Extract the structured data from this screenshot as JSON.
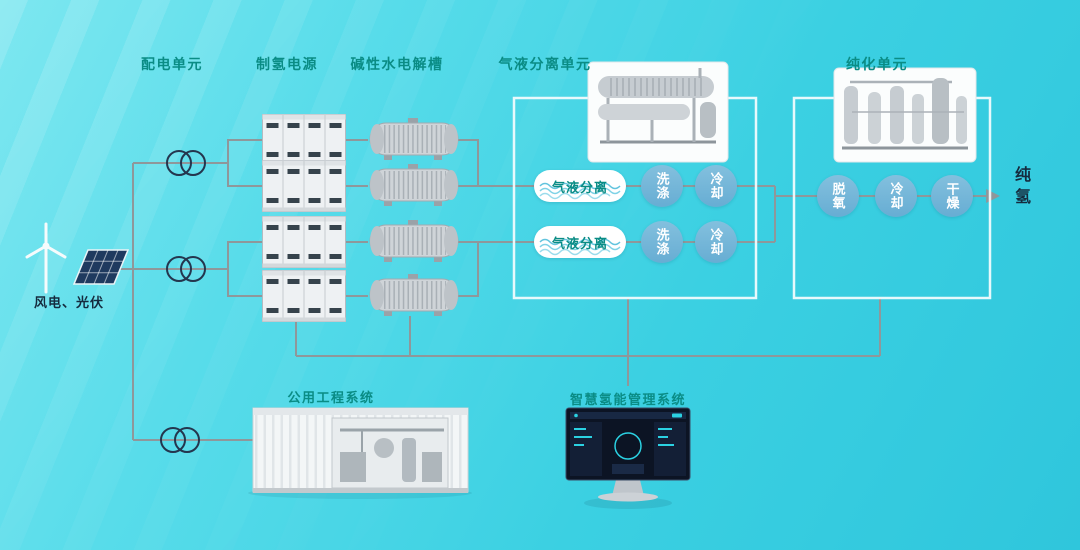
{
  "header_labels": {
    "distribution": "配电单元",
    "power_supply": "制氢电源",
    "electrolyzer": "碱性水电解槽",
    "separation": "气液分离单元",
    "purification": "纯化单元"
  },
  "source": {
    "label": "风电、光伏"
  },
  "separation": {
    "rows": [
      {
        "badge": "气液分离",
        "steps": [
          "洗涤",
          "冷却"
        ]
      },
      {
        "badge": "气液分离",
        "steps": [
          "洗涤",
          "冷却"
        ]
      }
    ]
  },
  "purification": {
    "steps": [
      "脱氧",
      "冷却",
      "干燥"
    ]
  },
  "output": {
    "label": "纯氢"
  },
  "systems": {
    "utility": "公用工程系统",
    "smart": "智慧氢能管理系统"
  },
  "colors": {
    "background_top": "#7de7f0",
    "background_bottom": "#2fc6dc",
    "teal_label": "#0a8c85",
    "dark_label": "#152b3e",
    "connector_line": "#8f979a",
    "step_circle": "#72b5d8",
    "screen_accent": "#2bd1e2"
  }
}
